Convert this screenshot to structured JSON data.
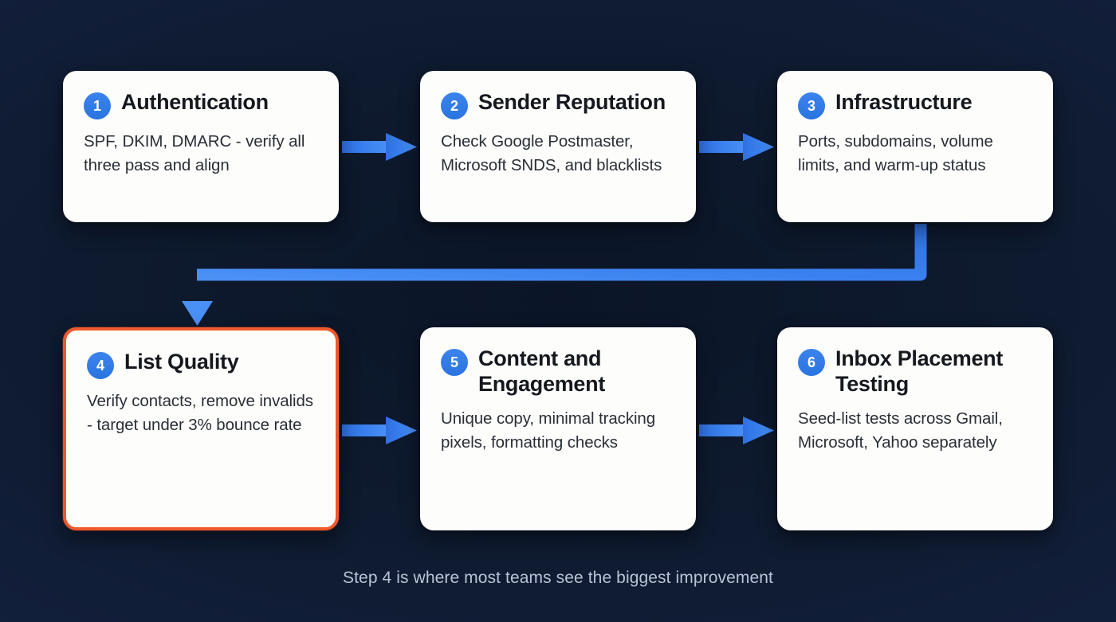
{
  "background": {
    "color_outer": "#14233f",
    "color_inner": "#0b1527"
  },
  "theme": {
    "accent_blue": "#2f7ae5",
    "arrow_blue": "#2f7ae5",
    "highlight_orange": "#ef5a2c",
    "card_background": "#fdfdfc",
    "card_title_color": "#15181d",
    "card_body_color": "#2a2f36",
    "caption_color": "#b9c4d6"
  },
  "steps": [
    {
      "number": "1",
      "title": "Authentication",
      "body": "SPF, DKIM, DMARC - verify all three pass and align",
      "highlighted": false
    },
    {
      "number": "2",
      "title": "Sender Reputation",
      "body": "Check Google Postmaster, Microsoft SNDS, and blacklists",
      "highlighted": false
    },
    {
      "number": "3",
      "title": "Infrastructure",
      "body": "Ports, subdomains, volume limits, and warm-up status",
      "highlighted": false
    },
    {
      "number": "4",
      "title": "List Quality",
      "body": "Verify contacts, remove invalids - target under 3% bounce rate",
      "highlighted": true
    },
    {
      "number": "5",
      "title": "Content and Engagement",
      "body": "Unique copy, minimal tracking pixels, formatting checks",
      "highlighted": false
    },
    {
      "number": "6",
      "title": "Inbox Placement Testing",
      "body": "Seed-list tests across Gmail, Microsoft, Yahoo separately",
      "highlighted": false
    }
  ],
  "connectors": [
    {
      "name": "arrow-step-1-to-2",
      "kind": "straight-right"
    },
    {
      "name": "arrow-step-2-to-3",
      "kind": "straight-right"
    },
    {
      "name": "arrow-step-3-to-4",
      "kind": "elbow-down-left"
    },
    {
      "name": "arrow-step-4-to-5",
      "kind": "straight-right"
    },
    {
      "name": "arrow-step-5-to-6",
      "kind": "straight-right"
    }
  ],
  "caption": {
    "text": "Step 4 is where most teams see the biggest improvement"
  }
}
